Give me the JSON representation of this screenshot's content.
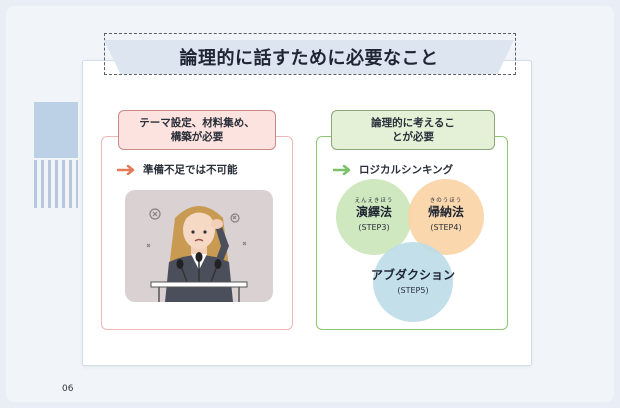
{
  "title": "論理的に話すために必要なこと",
  "left": {
    "heading": "テーマ設定、材料集め、構築が必要",
    "arrow_text": "準備不足では不可能"
  },
  "right": {
    "heading": "論理的に考えることが必要",
    "arrow_text": "ロジカルシンキング",
    "venn": {
      "a_ruby": "えんえきほう",
      "a_label": "演繹法",
      "a_step": "(STEP3)",
      "b_ruby": "きのうほう",
      "b_label": "帰納法",
      "b_step": "(STEP4)",
      "c_label": "アブダクション",
      "c_step": "(STEP5)"
    }
  },
  "page_number": "06",
  "colors": {
    "arrow_left": "#e47a5a",
    "arrow_right": "#7cc16a",
    "panel_left_border": "#efb7b7",
    "panel_right_border": "#8cc66d"
  },
  "icons": [
    "arrow-right-icon",
    "arrow-right-icon",
    "speaker-illustration"
  ]
}
